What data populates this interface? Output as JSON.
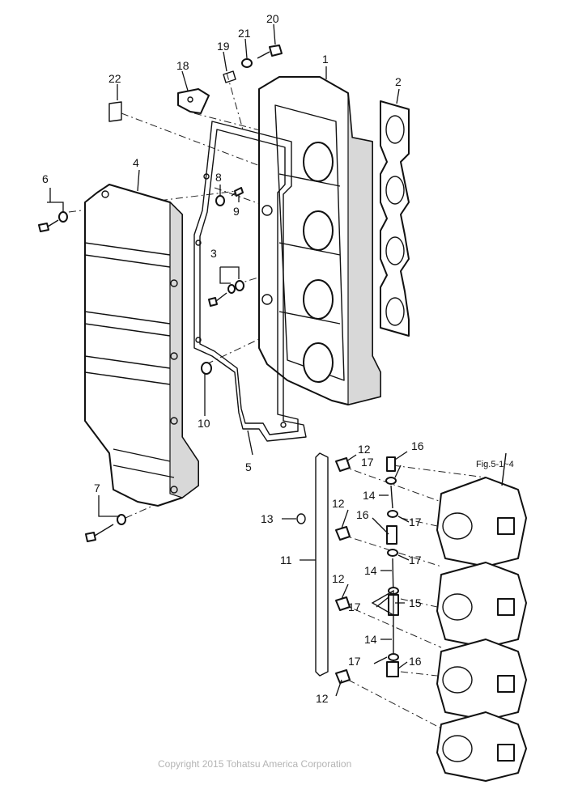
{
  "callouts": {
    "c1": "1",
    "c2": "2",
    "c3": "3",
    "c4": "4",
    "c5": "5",
    "c6": "6",
    "c7": "7",
    "c8": "8",
    "c9": "9",
    "c10": "10",
    "c11": "11",
    "c12a": "12",
    "c12b": "12",
    "c12c": "12",
    "c12d": "12",
    "c13": "13",
    "c14a": "14",
    "c14b": "14",
    "c14c": "14",
    "c15": "15",
    "c16a": "16",
    "c16b": "16",
    "c16c": "16",
    "c17a": "17",
    "c17b": "17",
    "c17c": "17",
    "c17d": "17",
    "c17e": "17",
    "c18": "18",
    "c19": "19",
    "c20": "20",
    "c21": "21",
    "c22": "22"
  },
  "figure_ref": "Fig.5-1~4",
  "copyright": "Copyright 2015 Tohatsu America Corporation"
}
